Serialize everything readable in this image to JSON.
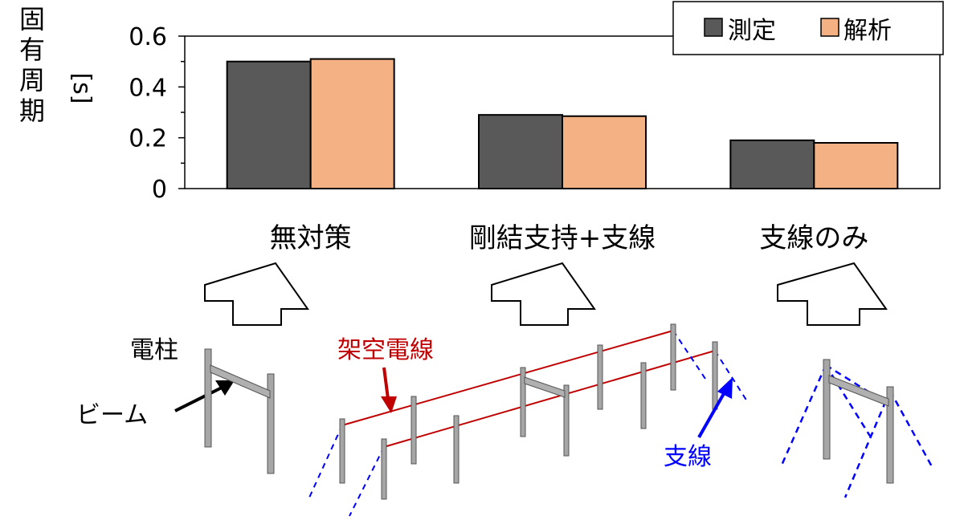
{
  "chart_data": {
    "type": "bar",
    "ylabel": "固有周期",
    "yunit": "[s]",
    "ylim": [
      0,
      0.6
    ],
    "yticks": [
      "0",
      "0.2",
      "0.4",
      "0.6"
    ],
    "ytick_values": [
      0,
      0.2,
      0.4,
      0.6
    ],
    "categories": [
      "無対策",
      "剛結支持+支線",
      "支線のみ"
    ],
    "series": [
      {
        "name": "測定",
        "values": [
          0.5,
          0.29,
          0.19
        ],
        "color": "#595959"
      },
      {
        "name": "解析",
        "values": [
          0.51,
          0.285,
          0.18
        ],
        "color": "#f4b183"
      }
    ],
    "legend": "top-right",
    "grid": false
  },
  "illustration": {
    "labels": {
      "pole": "電柱",
      "beam": "ビーム",
      "overhead_wire": "架空電線",
      "guy_wire": "支線"
    },
    "colors": {
      "overhead_wire": "#c00000",
      "guy_wire": "#0000ff",
      "pole": "#a6a6a6",
      "arrow_outline": "#000000"
    }
  }
}
